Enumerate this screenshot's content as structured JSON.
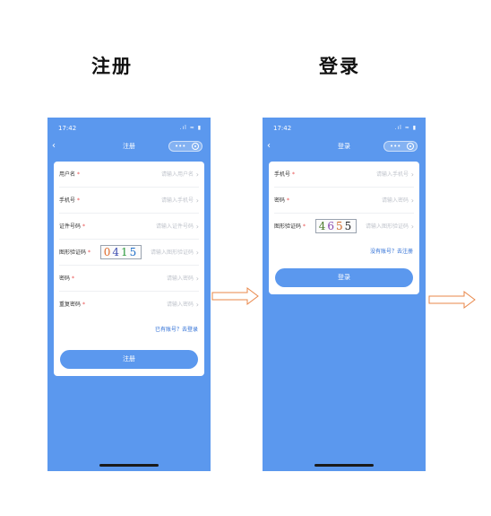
{
  "headings": {
    "register": "注册",
    "login": "登录"
  },
  "register_screen": {
    "status_time": "17:42",
    "status_icons": "signal-wifi-battery",
    "nav": {
      "back": "‹",
      "title": "注册"
    },
    "fields": [
      {
        "label": "用户名",
        "required": "*",
        "placeholder": "请输入用户名"
      },
      {
        "label": "手机号",
        "required": "*",
        "placeholder": "请输入手机号"
      },
      {
        "label": "证件号码",
        "required": "*",
        "placeholder": "请输入证件号码"
      },
      {
        "label": "图形验证码",
        "required": "*",
        "placeholder": "请输入图形验证码",
        "captcha": [
          "0",
          "4",
          "1",
          "5"
        ]
      },
      {
        "label": "密码",
        "required": "*",
        "placeholder": "请输入密码"
      },
      {
        "label": "重复密码",
        "required": "*",
        "placeholder": "请输入密码"
      }
    ],
    "switch_link": "已有账号？去登录",
    "submit": "注册"
  },
  "login_screen": {
    "status_time": "17:42",
    "status_icons": "signal-wifi-battery",
    "nav": {
      "back": "‹",
      "title": "登录"
    },
    "fields": [
      {
        "label": "手机号",
        "required": "*",
        "placeholder": "请输入手机号"
      },
      {
        "label": "密码",
        "required": "*",
        "placeholder": "请输入密码"
      },
      {
        "label": "图形验证码",
        "required": "*",
        "placeholder": "请输入图形验证码",
        "captcha": [
          "4",
          "6",
          "5",
          "5"
        ]
      }
    ],
    "switch_link": "没有账号？去注册",
    "submit": "登录"
  },
  "colors": {
    "brand_blue": "#5b98ee",
    "arrow_orange": "#e9874a",
    "required_red": "#e84c4c",
    "link_blue": "#2f6fd6"
  }
}
